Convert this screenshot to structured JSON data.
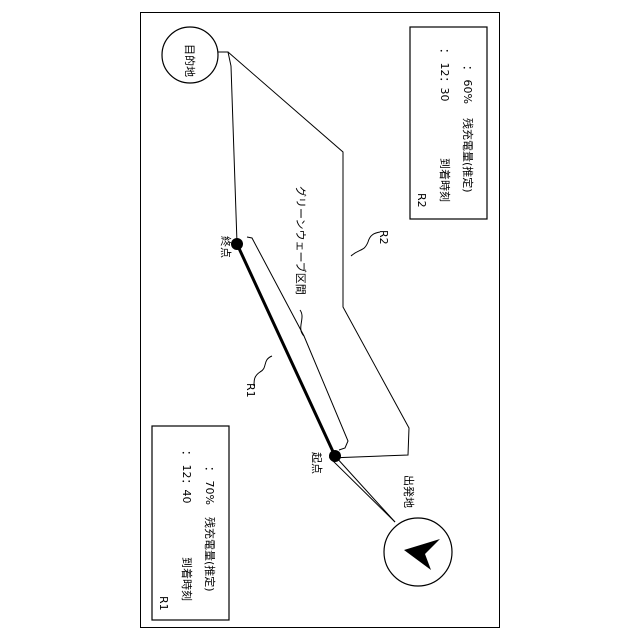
{
  "destination_label": "目的地",
  "origin_label": "出発地",
  "start_point_label": "起点",
  "end_point_label": "終点",
  "green_wave_label": "グリーンウェーブ区間",
  "route_r1_label": "R1",
  "route_r2_label": "R2",
  "r1_box": {
    "title": "R1",
    "arrival_label": "到着時刻",
    "arrival_value": "： 12：40",
    "charge_label": "残充電量(推定)",
    "charge_value": "： 70%"
  },
  "r2_box": {
    "title": "R2",
    "arrival_label": "到着時刻",
    "arrival_value": "： 12：30",
    "charge_label": "残充電量(推定)",
    "charge_value": "： 60%"
  },
  "icons": [
    "navigation-arrow-icon",
    "start-point-marker",
    "end-point-marker"
  ]
}
